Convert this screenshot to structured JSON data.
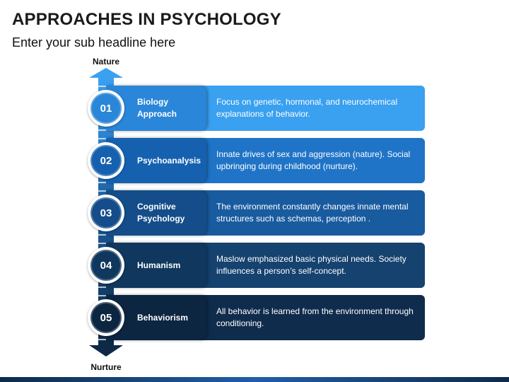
{
  "header": {
    "title": "APPROACHES IN PSYCHOLOGY",
    "subtitle": "Enter your sub headline here"
  },
  "axis": {
    "top_label": "Nature",
    "bottom_label": "Nurture"
  },
  "items": [
    {
      "number": "01",
      "label": "Biology Approach",
      "description": "Focus on genetic, hormonal, and neurochemical explanations of behavior.",
      "color_light": "#3aa0f0",
      "color_dark": "#2a86d8"
    },
    {
      "number": "02",
      "label": "Psychoanalysis",
      "description": "Innate drives of sex and aggression (nature). Social upbringing during childhood (nurture).",
      "color_light": "#1f74c7",
      "color_dark": "#1561b0"
    },
    {
      "number": "03",
      "label": "Cognitive Psychology",
      "description": "The environment constantly changes innate mental structures such as schemas, perception .",
      "color_light": "#195b9f",
      "color_dark": "#144d8a"
    },
    {
      "number": "04",
      "label": "Humanism",
      "description": "Maslow emphasized basic physical needs. Society influences a person’s self-concept.",
      "color_light": "#15426f",
      "color_dark": "#10375e"
    },
    {
      "number": "05",
      "label": "Behaviorism",
      "description": "All behavior is learned from the environment through conditioning.",
      "color_light": "#0f2c4c",
      "color_dark": "#0c2541"
    }
  ]
}
